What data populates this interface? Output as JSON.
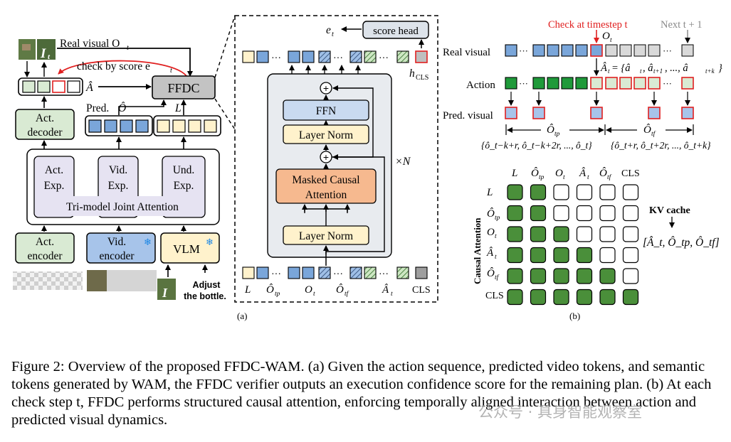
{
  "left_panel": {
    "real_visual": "Real visual O",
    "real_visual_sub": "t",
    "img_label": "I",
    "img_label_sub": "t",
    "check_by_score": "check by score e",
    "check_by_score_sub": "t",
    "a_hat": "Â",
    "ffdc": "FFDC",
    "pred_label": "Pred.",
    "o_hat": "Ô",
    "l_label": "L",
    "act_decoder": [
      "Act.",
      "decoder"
    ],
    "act_exp": [
      "Act.",
      "Exp."
    ],
    "vid_exp": [
      "Vid.",
      "Exp."
    ],
    "und_exp": [
      "Und.",
      "Exp."
    ],
    "tri_attention": "Tri-model Joint Attention",
    "act_encoder": [
      "Act.",
      "encoder"
    ],
    "vid_encoder": [
      "Vid.",
      "encoder"
    ],
    "vlm": "VLM",
    "instruction": [
      "Adjust",
      "the bottle."
    ],
    "input_img": "I",
    "snowflake": "❄"
  },
  "center_panel": {
    "score_head": "score head",
    "e_t": "e",
    "e_t_sub": "t",
    "h_cls": "h",
    "h_cls_sub": "CLS",
    "ffn": "FFN",
    "layer_norm_top": "Layer Norm",
    "masked_attention": [
      "Masked Causal",
      "Attention"
    ],
    "layer_norm_bottom": "Layer Norm",
    "times_n": "×N",
    "plus": "+",
    "dots": "···",
    "bottom_labels": {
      "l": "L",
      "otp": "Ô",
      "otp_sub": "tp",
      "ot": "O",
      "ot_sub": "t",
      "otf": "Ô",
      "otf_sub": "tf",
      "at": "Â",
      "at_sub": "t",
      "cls": "CLS"
    },
    "sublabel": "(a)"
  },
  "right_panel": {
    "check_at": "Check at timestep t",
    "next": "Next t + 1",
    "o_t": "O",
    "o_t_sub": "t",
    "rows": [
      "Real visual",
      "Action",
      "Pred. visual"
    ],
    "a_hat_eq": "Â",
    "a_hat_eq_rest": " = {â",
    "a_hat_eq_full": "Â_t = {â_t, â_t+1, ..., â_t+k}",
    "a_hat_set": [
      "t",
      ", â",
      "t+1",
      ", ..., â",
      "t+k",
      "}"
    ],
    "o_tp": "Ô",
    "o_tp_sub": "tp",
    "o_tf": "Ô",
    "o_tf_sub": "tf",
    "otp_set": "{ô_t−k+r, ô_t−k+2r, ..., ô_t}",
    "otf_set": "{ô_t+r, ô_t+2r, ..., ô_t+k}",
    "matrix_cols": [
      "L",
      "Ô",
      "O",
      "Â",
      "Ô",
      "CLS"
    ],
    "matrix_col_subs": [
      "",
      "tp",
      "t",
      "t",
      "tf",
      ""
    ],
    "matrix_rows": [
      "L",
      "Ô",
      "O",
      "Â",
      "Ô",
      "CLS"
    ],
    "matrix_row_subs": [
      "",
      "tp",
      "t",
      "t",
      "tf",
      ""
    ],
    "matrix": [
      [
        1,
        1,
        0,
        0,
        0,
        0
      ],
      [
        1,
        1,
        0,
        0,
        0,
        0
      ],
      [
        1,
        1,
        1,
        0,
        0,
        0
      ],
      [
        1,
        1,
        1,
        1,
        0,
        0
      ],
      [
        1,
        1,
        1,
        1,
        1,
        0
      ],
      [
        1,
        1,
        1,
        1,
        1,
        1
      ]
    ],
    "causal_label": "Causal Attention",
    "kv_cache": "KV cache",
    "kv_set": "[Â_t, Ô_tp, Ô_tf]",
    "sublabel": "(b)"
  },
  "caption": "Figure 2: Overview of the proposed FFDC-WAM. (a) Given the action sequence, predicted video tokens, and semantic tokens generated by WAM, the FFDC verifier outputs an execution confidence score for the remaining plan. (b) At each check step t, FFDC performs structured causal attention, enforcing temporally aligned interaction between action and predicted visual dynamics.",
  "watermark": "公众号 · 具身智能观察室",
  "colors": {
    "green": "#d9ead3",
    "green_dark": "#4a8f3a",
    "blue": "#7aa6da",
    "blue_light": "#c9daf0",
    "yellow": "#fff2cc",
    "orange": "#f6b98f",
    "lavender": "#e6e3f2",
    "gray": "#bfbfbf",
    "red": "#e02020"
  }
}
